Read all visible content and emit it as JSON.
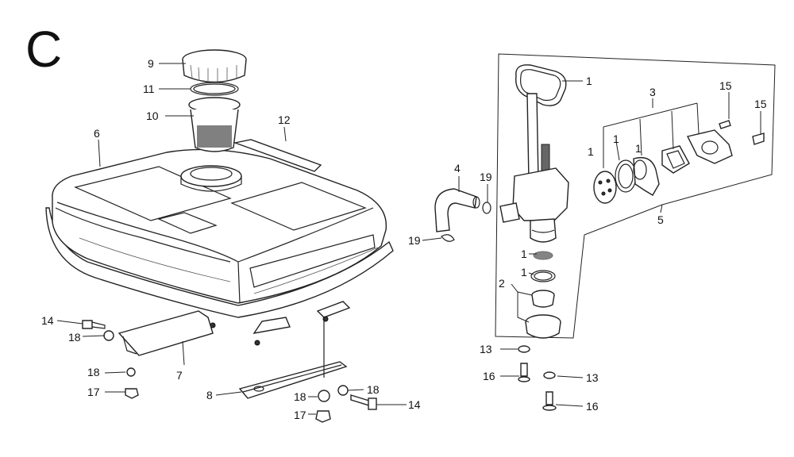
{
  "section_letter": "C",
  "callouts": {
    "c_9": "9",
    "c_11": "11",
    "c_10": "10",
    "c_6": "6",
    "c_12": "12",
    "c_14a": "14",
    "c_18a": "18",
    "c_7": "7",
    "c_18b": "18",
    "c_17a": "17",
    "c_8": "8",
    "c_18c": "18",
    "c_17b": "17",
    "c_18d": "18",
    "c_14b": "14",
    "c_4": "4",
    "c_19a": "19",
    "c_19b": "19",
    "c_1a": "1",
    "c_3": "3",
    "c_15a": "15",
    "c_15b": "15",
    "c_1b": "1",
    "c_1c": "1",
    "c_1d": "1",
    "c_5": "5",
    "c_1e": "1",
    "c_2": "2",
    "c_1f": "1",
    "c_13a": "13",
    "c_16a": "16",
    "c_13b": "13",
    "c_16b": "16"
  }
}
